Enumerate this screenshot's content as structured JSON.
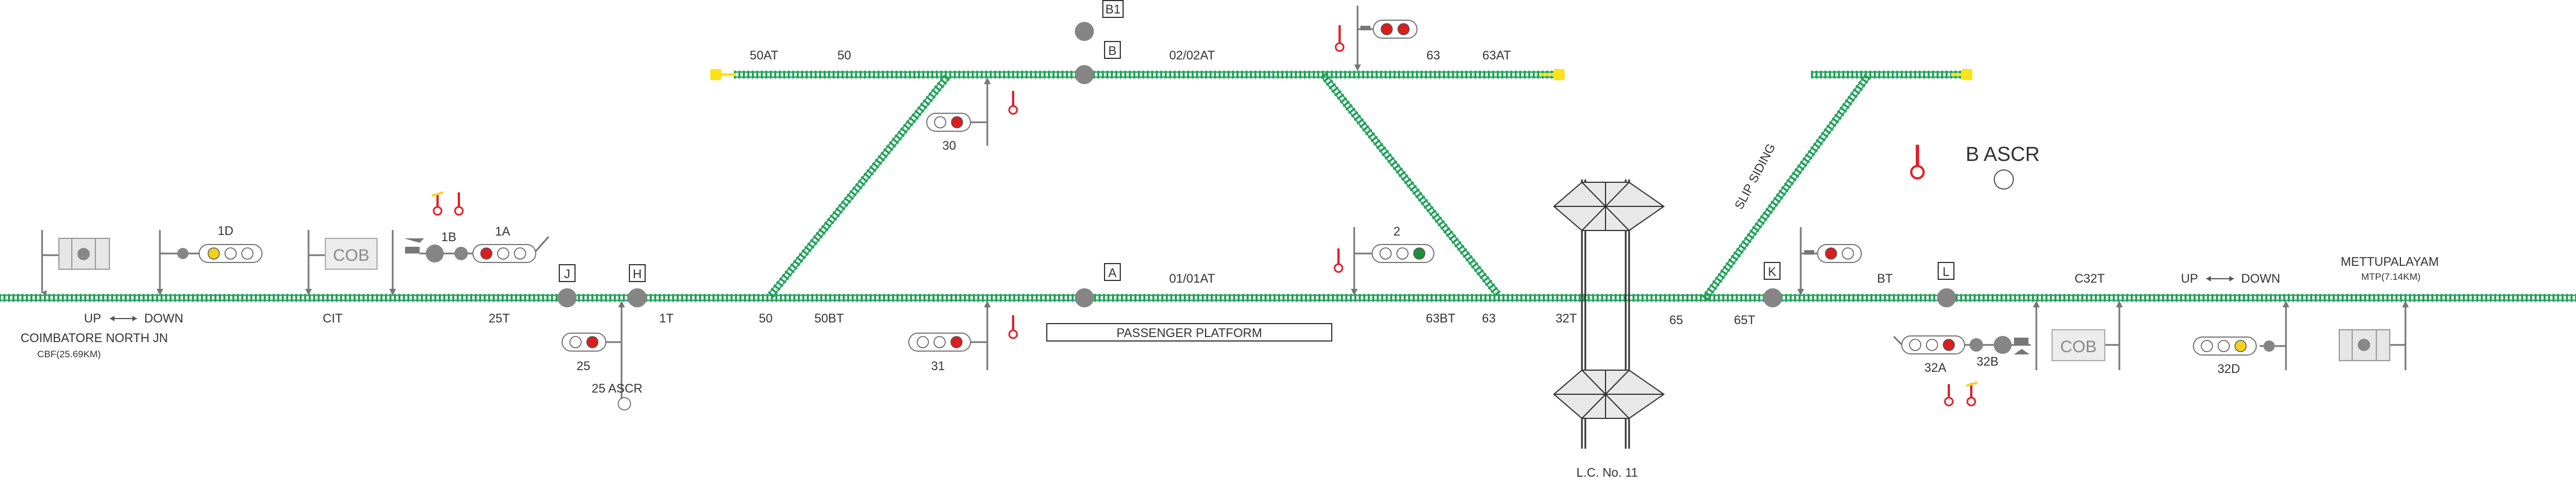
{
  "colors": {
    "track": "#22a95f",
    "sleeper": "#1d9a53",
    "buffer": "#ffe21a",
    "signal_red": "#d81e1e",
    "signal_green": "#1e8f3a",
    "signal_yellow": "#f4d21c",
    "lamp_off": "#ffffff",
    "gray_dot": "#858585",
    "lever_red": "#e2202a",
    "post": "#777777"
  },
  "stations": {
    "left_name": "COIMBATORE NORTH JN",
    "left_code": "CBF(25.69KM)",
    "right_name": "METTUPALAYAM",
    "right_code": "MTP(7.14KM)"
  },
  "direction": {
    "left_up": "UP",
    "left_down": "DOWN",
    "right_up": "UP",
    "right_down": "DOWN",
    "arrow_icon": "double-arrow-icon"
  },
  "signals": {
    "s1D": "1D",
    "s1B": "1B",
    "s1A": "1A",
    "s25": "25",
    "s25ascr": "25 ASCR",
    "s30": "30",
    "s31": "31",
    "s2": "2",
    "s32A": "32A",
    "s32B": "32B",
    "s32D": "32D",
    "bascr": "B ASCR"
  },
  "track_circuits": {
    "cit": "CIT",
    "t25": "25T",
    "t1": "1T",
    "t50": "50",
    "t50bt": "50BT",
    "t50at": "50AT",
    "t50top": "50",
    "t0202at": "02/02AT",
    "t63top": "63",
    "t63at": "63AT",
    "t0101at": "01/01AT",
    "t63bt": "63BT",
    "t63": "63",
    "t32t": "32T",
    "t65": "65",
    "t65t": "65T",
    "tbt": "BT",
    "tc32t": "C32T"
  },
  "markers": {
    "J": "J",
    "H": "H",
    "A": "A",
    "B": "B",
    "B1": "B1",
    "K": "K",
    "L": "L"
  },
  "cob_left": "COB",
  "cob_right": "COB",
  "platform": "PASSENGER PLATFORM",
  "slip": "SLIP SIDING",
  "level_crossing": "L.C. No. 11"
}
